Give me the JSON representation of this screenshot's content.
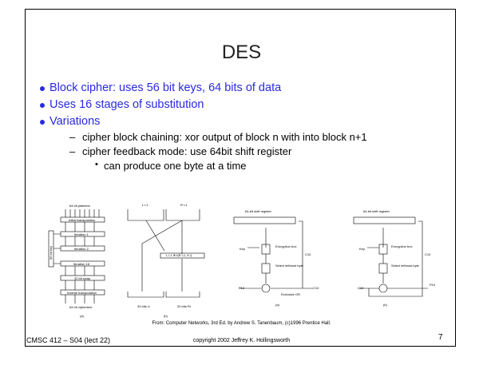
{
  "title": "DES",
  "bullets": [
    "Block cipher: uses 56 bit keys, 64 bits of data",
    "Uses 16 stages of substitution",
    "Variations"
  ],
  "sub_bullets": [
    "cipher block chaining: xor output of block n with into block n+1",
    "cipher feedback mode: use 64bit shift register"
  ],
  "sub_sub_bullets": [
    "can produce one byte at a time"
  ],
  "figure_a": {
    "plaintext": "64 bit plaintext",
    "initial": "Initial transposition",
    "it1": "Iteration 1",
    "it2": "Iteration 2",
    "it16": "Iteration 16",
    "swap": "32 bit swap",
    "inverse": "Inverse transposition",
    "ciphertext": "64 bit ciphertext",
    "key": "56 bit key",
    "caption": "(a)"
  },
  "figure_b": {
    "l": "L i-1",
    "r": "R i-1",
    "f": "L i-1 ⊕ f(R i-1, K i)",
    "lo": "32 bits Li",
    "ro": "32 bits Ri",
    "caption": "(b)"
  },
  "figure_c": {
    "reg": "64-bit shift register",
    "key": "Key",
    "enc": "Encryption box",
    "sel": "Select leftmost byte",
    "xor": "Exclusive OR",
    "p": "P10",
    "c": "C10",
    "c2": "C10",
    "caption": "(a)"
  },
  "figure_d": {
    "reg": "64-bit shift register",
    "key": "Key",
    "enc": "Encryption box",
    "sel": "Select leftmost byte",
    "c": "C10",
    "c2": "C10",
    "p": "P10",
    "caption": "(b)"
  },
  "credit": "From: Computer Networks, 3rd Ed. by Andrew S. Tanenbaum, (c)1996 Prentice Hall.",
  "footer": {
    "left": "CMSC 412 – S04 (lect 22)",
    "center": "copyright 2002 Jeffrey K. Hollingsworth",
    "page": "7"
  }
}
